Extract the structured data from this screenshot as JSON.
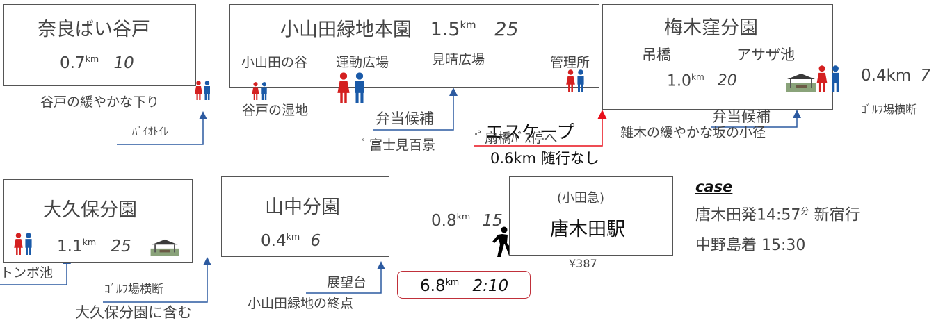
{
  "nodes": {
    "nara": {
      "name": "奈良ばい谷戸",
      "dist": "0.7",
      "unit": "km",
      "time": "10"
    },
    "oyamada": {
      "name": "小山田緑地本園",
      "dist": "1.5",
      "unit": "km",
      "time": "25",
      "spots": [
        "小山田の谷",
        "運動広場",
        "見晴広場",
        "管理所"
      ]
    },
    "umenoki": {
      "name": "梅木窪分園",
      "dist": "1.0",
      "unit": "km",
      "time": "20",
      "spots": [
        "吊橋",
        "アサザ池"
      ]
    },
    "okubo": {
      "name": "大久保分園",
      "dist": "1.1",
      "unit": "km",
      "time": "25"
    },
    "yamanaka": {
      "name": "山中分園",
      "dist": "0.4",
      "unit": "km",
      "time": "6"
    },
    "karakida": {
      "sub": "(小田急)",
      "name": "唐木田駅",
      "fare": "¥387"
    }
  },
  "segments": {
    "umenoki_right": {
      "dist": "0.4km",
      "time": "7"
    },
    "walk": {
      "dist": "0.8",
      "unit": "km",
      "time": "15"
    }
  },
  "notes": {
    "nara_desc": "谷戸の緩やかな下り",
    "bio_toilet": "ﾊﾞｲｵﾄｲﾚ",
    "wetland": "谷戸の湿地",
    "bento1": "弁当候補",
    "fuji": "富士見百景",
    "escape_title": "エスケープ",
    "escape_sub": "扇橋ﾊﾞｽ停へ",
    "escape_dist": "0.6km 随行なし",
    "bento2": "弁当候補",
    "zoki": "雑木の緩やかな坂の小径",
    "golf1": "ｺﾞﾙﾌ場横断",
    "tonbo": "トンボ池",
    "golf2": "ｺﾞﾙﾌ場横断",
    "okubo_incl": "大久保分園に含む",
    "tenbou": "展望台",
    "end": "小山田緑地の終点"
  },
  "total": {
    "dist": "6.8",
    "unit": "km",
    "time": "2:10"
  },
  "case": {
    "title": "case",
    "line1_a": "唐木田発14:57",
    "line1_unit": "分",
    "line1_b": " 新宿行",
    "line2": "中野島着 15:30"
  },
  "colors": {
    "blue_line": "#2c5aa0",
    "red_line": "#e8101c",
    "female": "#d42020",
    "male": "#1a5aa8"
  },
  "icons": [
    "female-icon",
    "male-icon",
    "gazebo-icon",
    "walker-icon",
    "up-arrow-icon"
  ]
}
